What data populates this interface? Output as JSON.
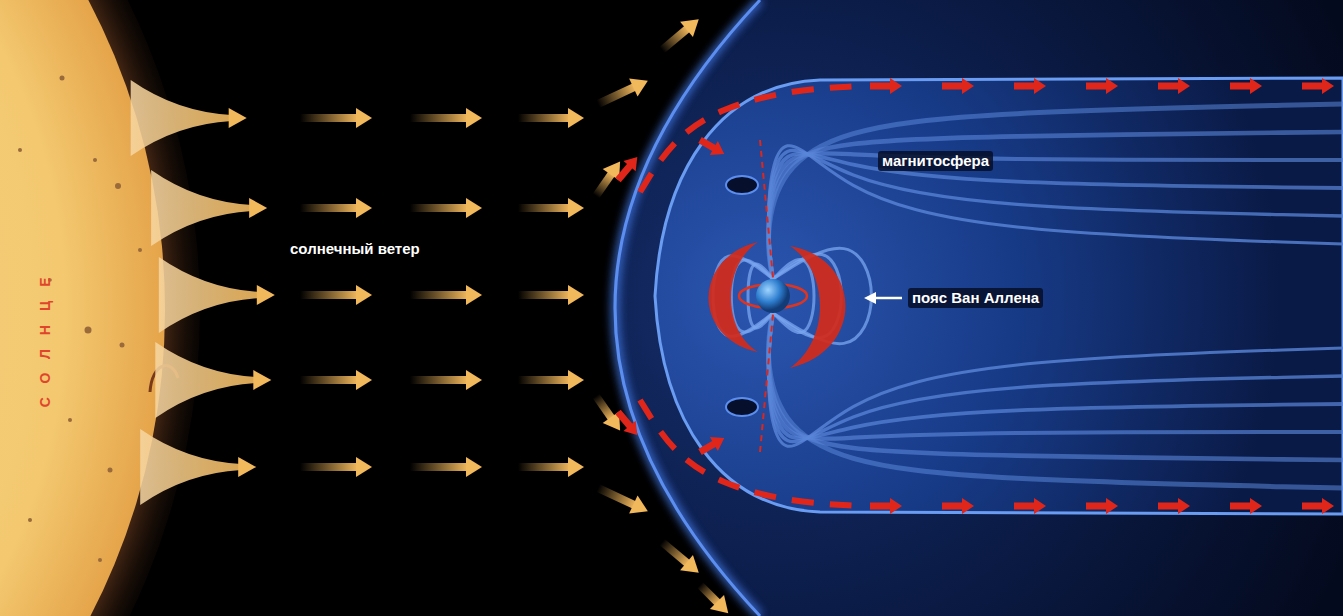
{
  "diagram": {
    "labels": [
      "СОЛНЦЕ",
      "солнечный ветер",
      "магнитосфера",
      "пояс Ван Аллена"
    ]
  }
}
